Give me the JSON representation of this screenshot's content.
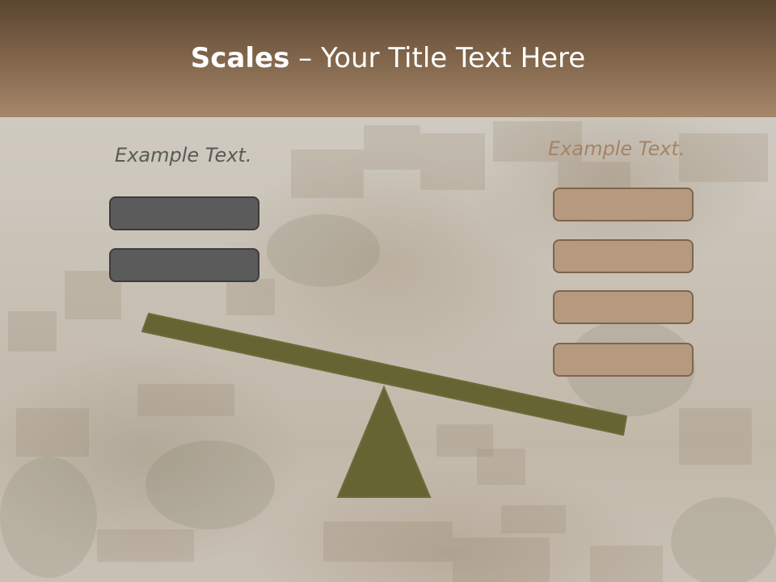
{
  "title": {
    "bold_part": "Scales",
    "rest_part": " – Your Title Text Here"
  },
  "left": {
    "label": "Example Text."
  },
  "right": {
    "label": "Example Text."
  },
  "colors": {
    "title_bar_top": "#5a4530",
    "title_bar_bottom": "#a6876a",
    "beam": "#676434",
    "fulcrum": "#676434",
    "left_box": "#5b5b5b",
    "right_box": "#b59a80",
    "left_label": "#5a5a55",
    "right_label": "#a48466"
  }
}
